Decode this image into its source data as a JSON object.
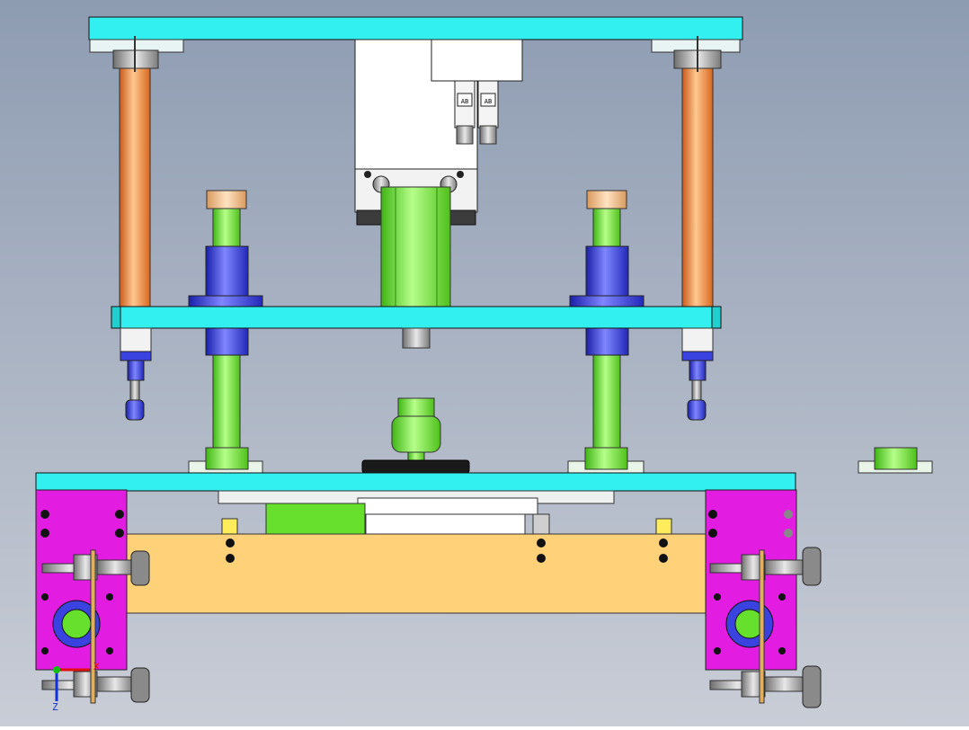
{
  "valve_labels": [
    "AB",
    "AB"
  ],
  "triad": {
    "x_label": "X",
    "z_label": "Z"
  },
  "colors": {
    "bg_top": "#8e9cb2",
    "bg_bottom": "#c9cdd6",
    "plate": "#33f0f0",
    "rod_copper": "#f08a3a",
    "rod_green": "#66e02c",
    "bushing_blue": "#2f35d8",
    "side_block_magenta": "#e21ce0",
    "base_beam": "#ffd27a",
    "cap": "#f6c48e",
    "white_part": "#ffffff",
    "dark_part": "#1a1a1a"
  }
}
